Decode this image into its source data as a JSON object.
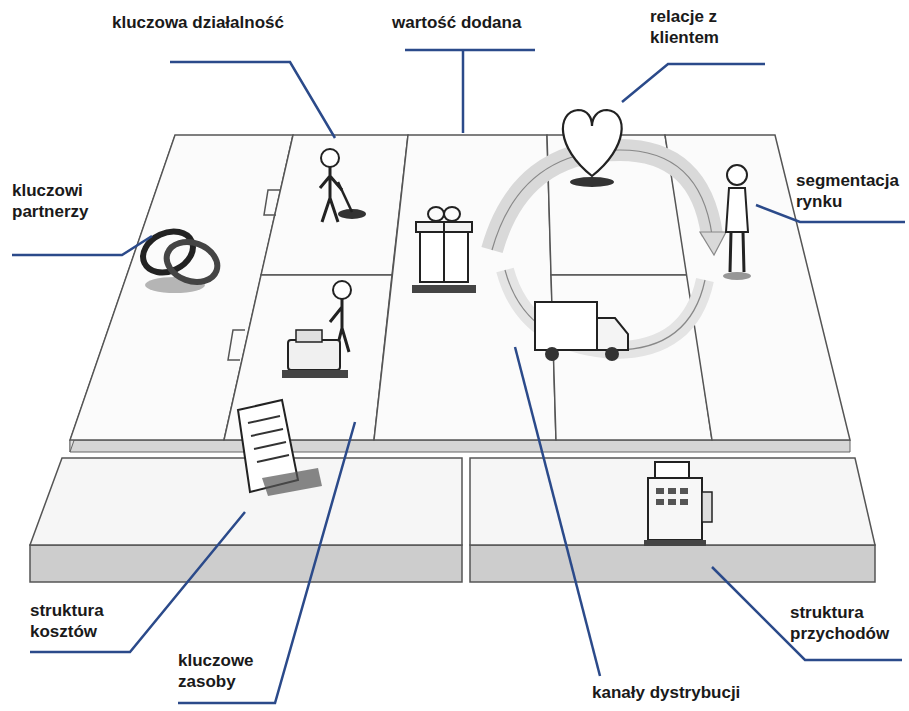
{
  "diagram": {
    "labels": [
      "kluczowa działalność",
      "wartość dodana",
      "relacje z klientem",
      "kluczowi partnerzy",
      "segmentacja rynku",
      "struktura kosztów",
      "kluczowe zasoby",
      "kanały dystrybucji",
      "struktura przychodów"
    ]
  }
}
